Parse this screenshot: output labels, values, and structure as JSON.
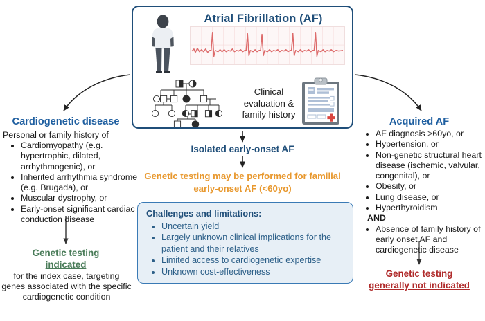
{
  "title": "Atrial Fibrillation (AF) genetic testing decision flowchart",
  "center": {
    "box_title": "Atrial Fibrillation (AF)",
    "person_icon": "standing-patient-icon",
    "ecg_icon": "ecg-strip-icon",
    "pedigree_icon": "family-pedigree-chart-icon",
    "clipboard_icon": "clinical-record-clipboard-icon",
    "clinical_eval_line1": "Clinical",
    "clinical_eval_line2": "evaluation &",
    "clinical_eval_line3": "family history",
    "isolated": "Isolated early-onset AF",
    "orange_line1": "Genetic testing may be performed for familial",
    "orange_line2": "early-onset AF (<60yo)"
  },
  "challenges": {
    "title": "Challenges and limitations:",
    "items": [
      "Uncertain yield",
      "Largely unknown clinical implications for the patient and their relatives",
      "Limited access to cardiogenetic expertise",
      "Unknown cost-effectiveness"
    ]
  },
  "left": {
    "heading": "Cardiogenetic disease",
    "lead_in": "Personal or family history of",
    "items": [
      "Cardiomyopathy (e.g. hypertrophic, dilated, arrhythmogenic), or",
      "Inherited arrhythmia syndrome (e.g. Brugada), or",
      "Muscular dystrophy, or",
      "Early-onset significant cardiac conduction disease"
    ],
    "outcome_line1": "Genetic testing",
    "outcome_line2": "indicated",
    "outcome_sub": "for the index case, targeting genes associated with the specific cardiogenetic condition"
  },
  "right": {
    "heading": "Acquired AF",
    "items": [
      "AF diagnosis >60yo, or",
      "Hypertension, or",
      "Non-genetic structural heart disease (ischemic, valvular, congenital), or",
      "Obesity, or",
      "Lung disease, or",
      "Hyperthyroidism"
    ],
    "and_word": "AND",
    "final_item": "Absence of family history of early onset AF and cardiogenetic disease",
    "outcome_line1": "Genetic testing",
    "outcome_line2": "generally not indicated"
  },
  "colors": {
    "blue_heading": "#1f5fa0",
    "dark_blue": "#1f4e79",
    "orange": "#e8982e",
    "green": "#4a7c59",
    "red": "#b02b2b",
    "box_fill": "#e7eff6",
    "ecg_red": "#e06666"
  }
}
